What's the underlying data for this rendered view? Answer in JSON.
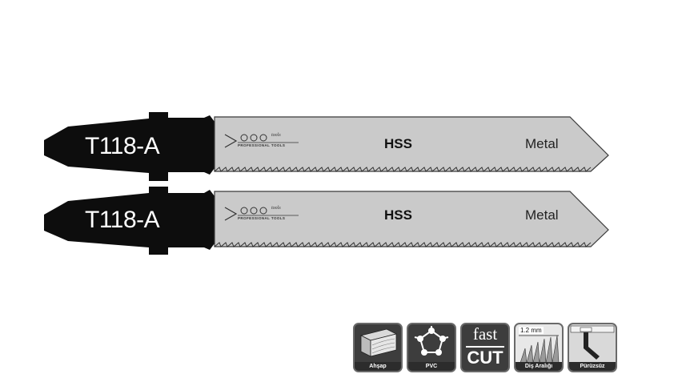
{
  "blades": [
    {
      "code": "T118-A",
      "material": "HSS",
      "use": "Metal"
    },
    {
      "code": "T118-A",
      "material": "HSS",
      "use": "Metal"
    }
  ],
  "logo": {
    "brand": "tools",
    "tagline": "PROFESSIONAL TOOLS"
  },
  "icons": [
    {
      "name": "wood-icon",
      "caption": "Ahşap"
    },
    {
      "name": "pvc-icon",
      "caption": "PVC"
    },
    {
      "name": "fast-cut-icon",
      "top": "fast",
      "bottom": "CUT"
    },
    {
      "name": "tooth-pitch-icon",
      "value": "1.2 mm",
      "caption": "Diş Aralığı"
    },
    {
      "name": "smooth-cut-icon",
      "caption": "Pürüzsüz"
    }
  ],
  "colors": {
    "shank": "#0d0d0d",
    "blade": "#c9c9c9",
    "icon_bg": "#3d3d3d"
  }
}
